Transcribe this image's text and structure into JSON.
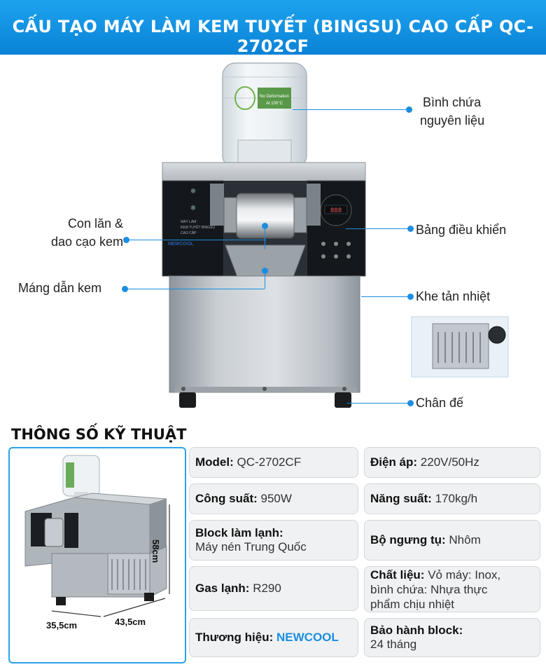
{
  "header": {
    "title": "CẤU TẠO MÁY LÀM KEM TUYẾT (BINGSU) CAO CẤP QC-2702CF"
  },
  "callouts": {
    "tank_line1": "Bình chứa",
    "tank_line2": "nguyên liệu",
    "roller_line1": "Con lăn &",
    "roller_line2": "dao cạo kem",
    "control": "Bảng điều khiển",
    "chute": "Máng dẫn kem",
    "vent": "Khe tản nhiệt",
    "base": "Chân đế"
  },
  "machine": {
    "bottle_label1": "No Deformation",
    "bottle_label2": "At 100°C",
    "panel_line1": "MÁY LÀM",
    "panel_line2": "KEM TUYẾT BINGSU",
    "panel_line3": "CAO CẤP",
    "panel_brand": "NEWCOOL"
  },
  "specs_title": "THÔNG SỐ KỸ THUẬT",
  "dimensions": {
    "height": "58cm",
    "depth": "35,5cm",
    "width": "43,5cm"
  },
  "specs": {
    "model_label": "Model:",
    "model_value": "QC-2702CF",
    "voltage_label": "Điện áp:",
    "voltage_value": "220V/50Hz",
    "power_label": "Công suất:",
    "power_value": "950W",
    "capacity_label": "Năng suất:",
    "capacity_value": "170kg/h",
    "block_label": "Block làm lạnh:",
    "block_value": "Máy nén Trung Quốc",
    "condenser_label": "Bộ ngưng tụ:",
    "condenser_value": "Nhôm",
    "gas_label": "Gas lạnh:",
    "gas_value": "R290",
    "material_label": "Chất liệu:",
    "material_value1": "Vỏ máy: Inox,",
    "material_value2": "bình chứa: Nhựa thực",
    "material_value3": "phẩm chịu nhiệt",
    "brand_label": "Thương hiệu:",
    "brand_value": "NEWCOOL",
    "warranty_label": "Bảo hành block:",
    "warranty_value": "24 tháng"
  }
}
